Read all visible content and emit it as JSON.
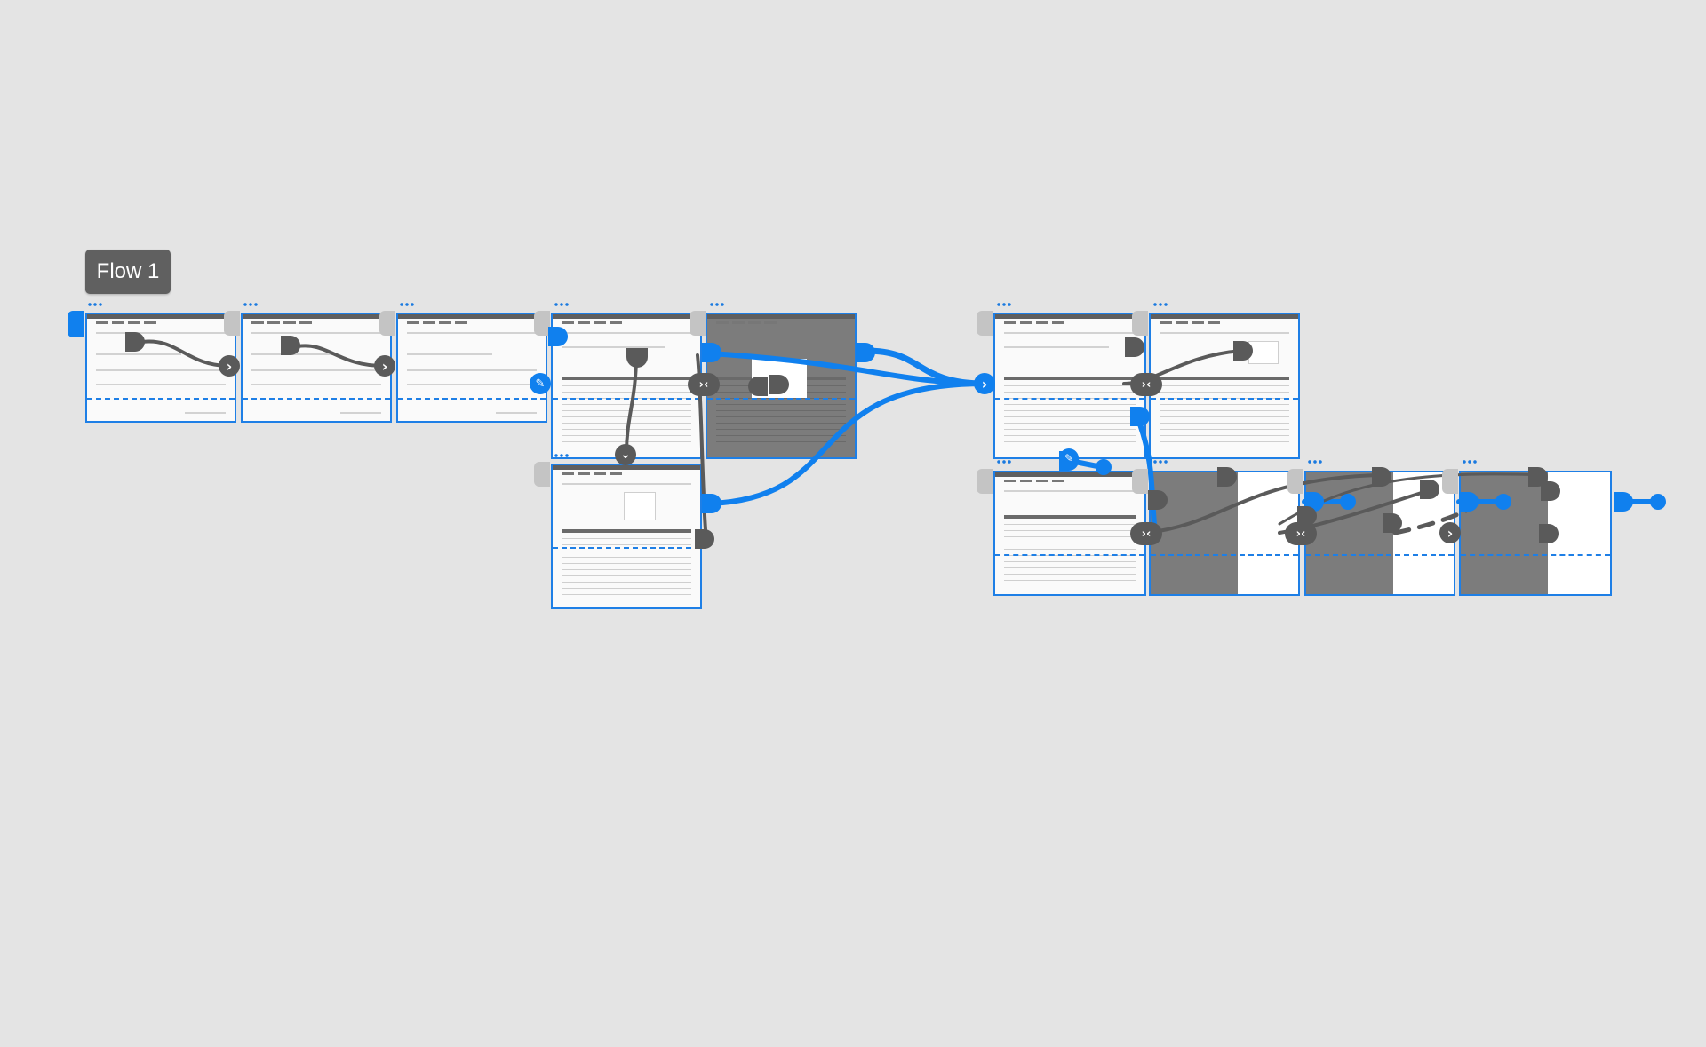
{
  "flow": {
    "label": "Flow 1"
  },
  "colors": {
    "canvas": "#e4e4e4",
    "link_blue": "#1080ee",
    "link_gray": "#5a5a5a",
    "artboard_border": "#1e7fe6",
    "flow_label_bg": "#606060"
  },
  "icons": {
    "next": "chevron-right-icon",
    "edit": "pencil-icon",
    "collapse": "collapse-arrows-icon",
    "down": "chevron-down-icon"
  },
  "hub_glyphs": {
    "next": "›",
    "edit": "✎",
    "collapse": "›‹",
    "down": "⌄"
  },
  "artboards": [
    {
      "id": "screen-1",
      "variant": "form"
    },
    {
      "id": "screen-2",
      "variant": "form"
    },
    {
      "id": "screen-3",
      "variant": "form"
    },
    {
      "id": "screen-4",
      "variant": "table"
    },
    {
      "id": "screen-5",
      "variant": "dark-dialog"
    },
    {
      "id": "screen-6",
      "variant": "table"
    },
    {
      "id": "screen-7",
      "variant": "table"
    },
    {
      "id": "screen-8",
      "variant": "table-popover"
    },
    {
      "id": "screen-9",
      "variant": "table"
    },
    {
      "id": "screen-10",
      "variant": "dark-panel"
    },
    {
      "id": "screen-11",
      "variant": "dark-panel"
    },
    {
      "id": "screen-12",
      "variant": "dark-panel"
    }
  ]
}
